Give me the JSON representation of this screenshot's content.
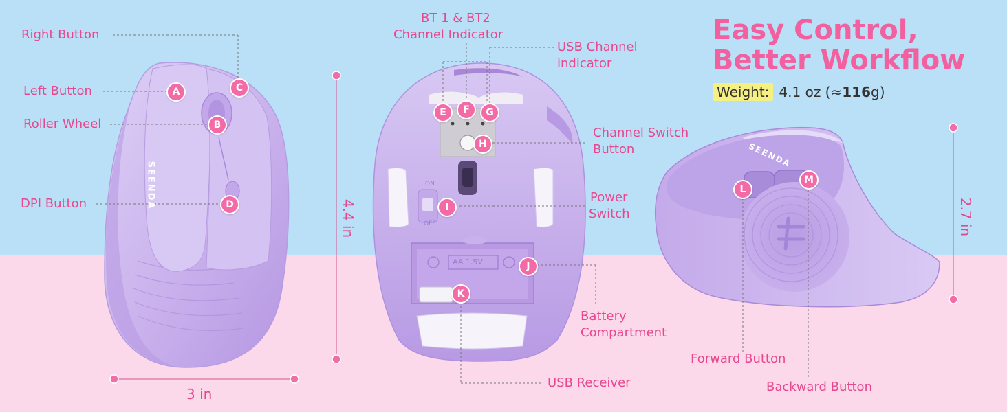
{
  "headline": {
    "line1": "Easy Control,",
    "line2": "Better Workflow"
  },
  "weight": {
    "label": "Weight:",
    "value_prefix": "4.1 oz (≈",
    "value_bold": "116",
    "value_suffix": " g)"
  },
  "brand": "SEENDA",
  "dimensions": {
    "height": "4.4 in",
    "width": "3 in",
    "side_height": "2.7 in"
  },
  "labels": {
    "right_button": "Right Button",
    "left_button": "Left Button",
    "roller_wheel": "Roller Wheel",
    "dpi_button": "DPI Button",
    "bt_indicator_l1": "BT 1 & BT2",
    "bt_indicator_l2": "Channel Indicator",
    "usb_indicator_l1": "USB Channel",
    "usb_indicator_l2": "indicator",
    "channel_switch_l1": "Channel Switch",
    "channel_switch_l2": "Button",
    "power_switch_l1": "Power",
    "power_switch_l2": "Switch",
    "battery_l1": "Battery",
    "battery_l2": "Compartment",
    "usb_receiver": "USB Receiver",
    "forward_button": "Forward Button",
    "backward_button": "Backward Button"
  },
  "markers": [
    "A",
    "B",
    "C",
    "D",
    "E",
    "F",
    "G",
    "H",
    "I",
    "J",
    "K",
    "L",
    "M"
  ],
  "switch_on": "ON",
  "switch_off": "OFF",
  "battery_text": "AA 1.5V",
  "colors": {
    "accent": "#f2609f",
    "badge": "#f46aa6",
    "sky": "#b9e0f7",
    "blush": "#fbd9ea",
    "mouse": "#c9b0ec",
    "highlight": "#f6f082"
  }
}
